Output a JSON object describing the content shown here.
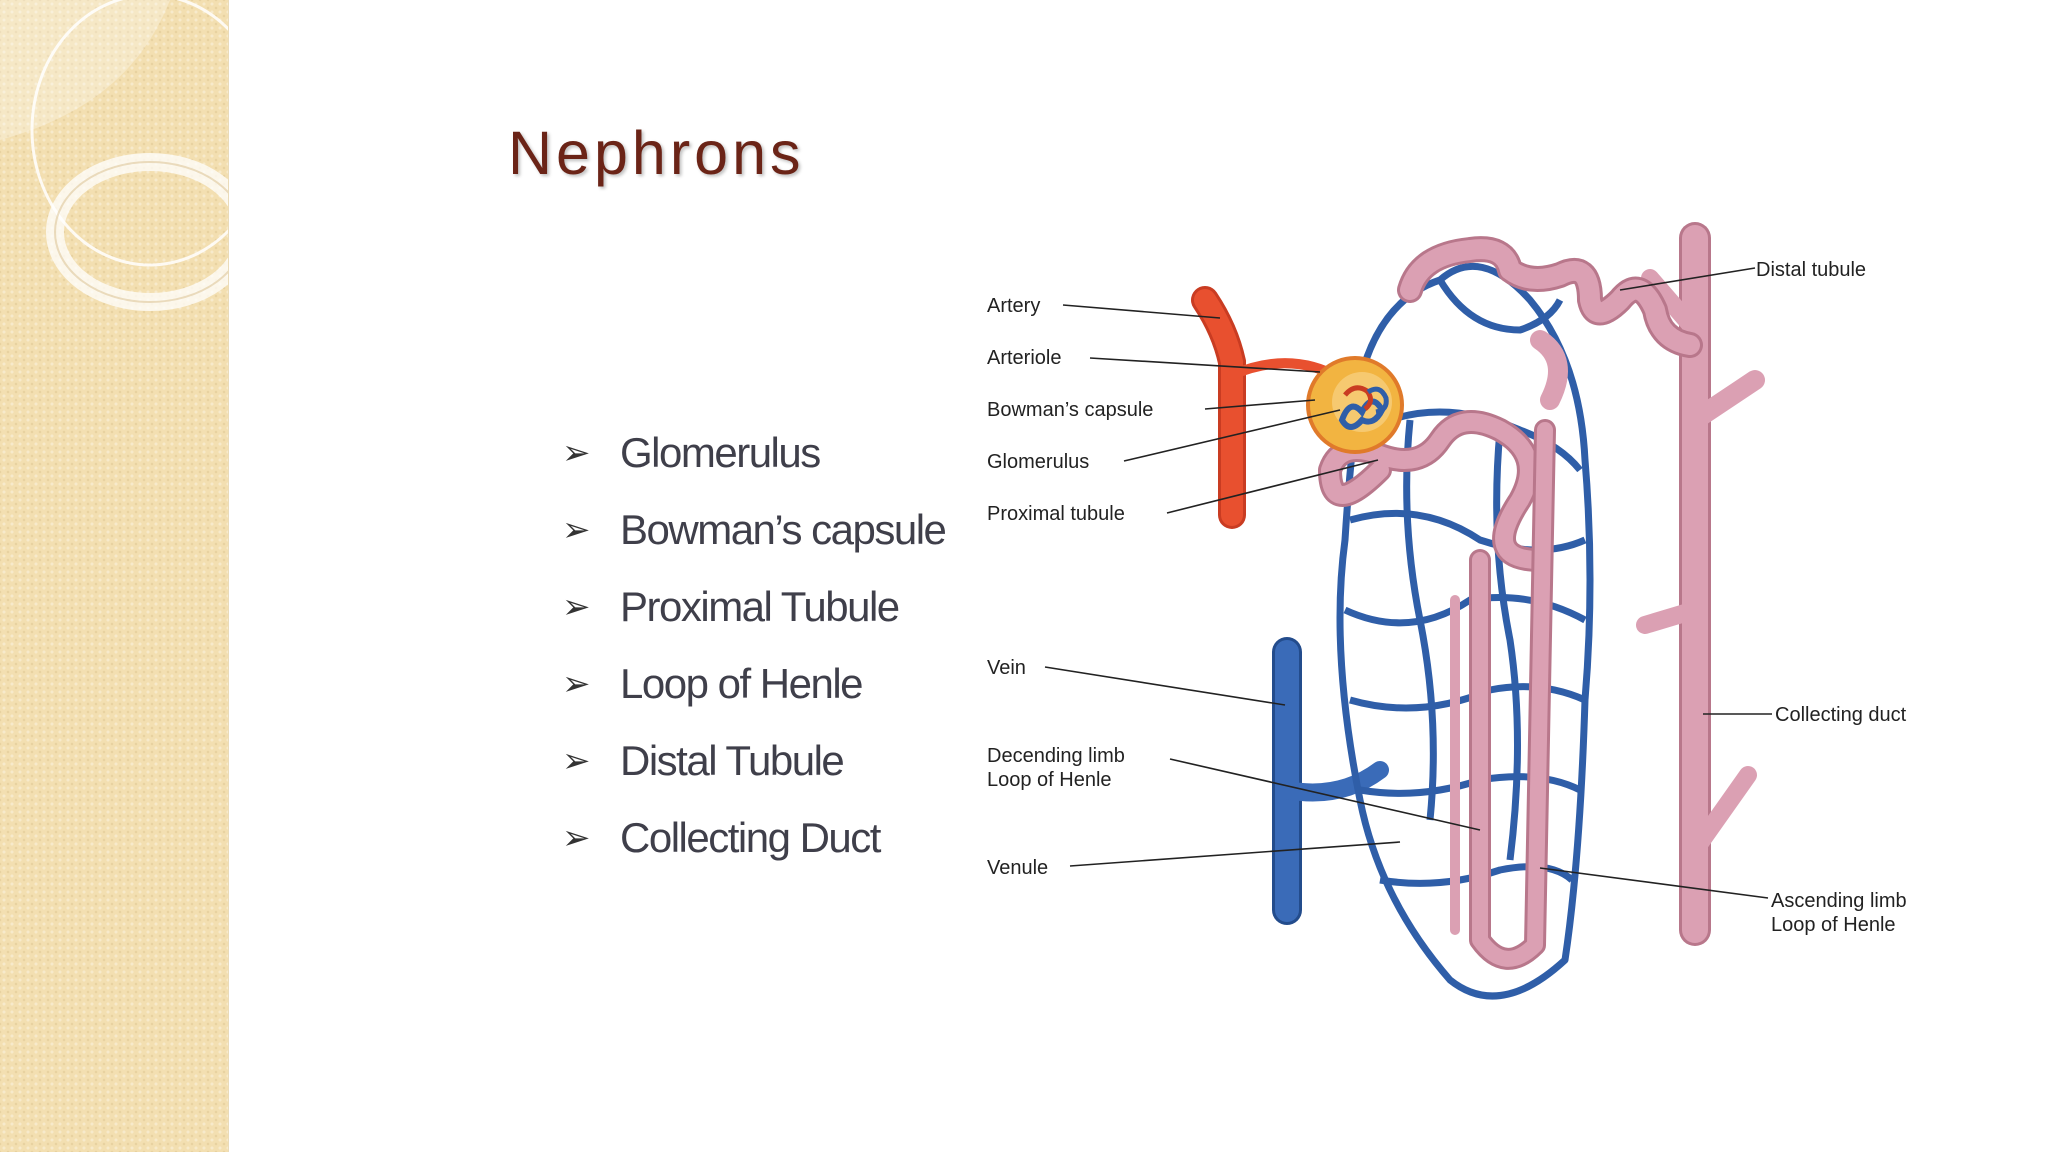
{
  "slide": {
    "title": "Nephrons",
    "bullets": [
      "Glomerulus",
      "Bowman’s capsule",
      "Proximal Tubule",
      "Loop of Henle",
      "Distal Tubule",
      "Collecting Duct"
    ],
    "bullet_icon": "arrowhead-bullet-icon"
  },
  "diagram": {
    "labels": {
      "artery": "Artery",
      "arteriole": "Arteriole",
      "bowmans_capsule": "Bowman’s capsule",
      "glomerulus": "Glomerulus",
      "proximal_tubule": "Proximal tubule",
      "vein": "Vein",
      "decending_limb_1": "Decending limb",
      "decending_limb_2": "Loop of Henle",
      "venule": "Venule",
      "distal_tubule": "Distal tubule",
      "collecting_duct": "Collecting duct",
      "ascending_limb_1": "Ascending limb",
      "ascending_limb_2": "Loop of Henle"
    },
    "colors": {
      "artery": "#e8502f",
      "vein": "#2f5ea8",
      "tubule": "#d995aa",
      "capsule": "#f2b441"
    }
  },
  "theme": {
    "side_panel": "#f3dfb1",
    "title_color": "#6b2417",
    "text_color": "#3f3f4a"
  }
}
